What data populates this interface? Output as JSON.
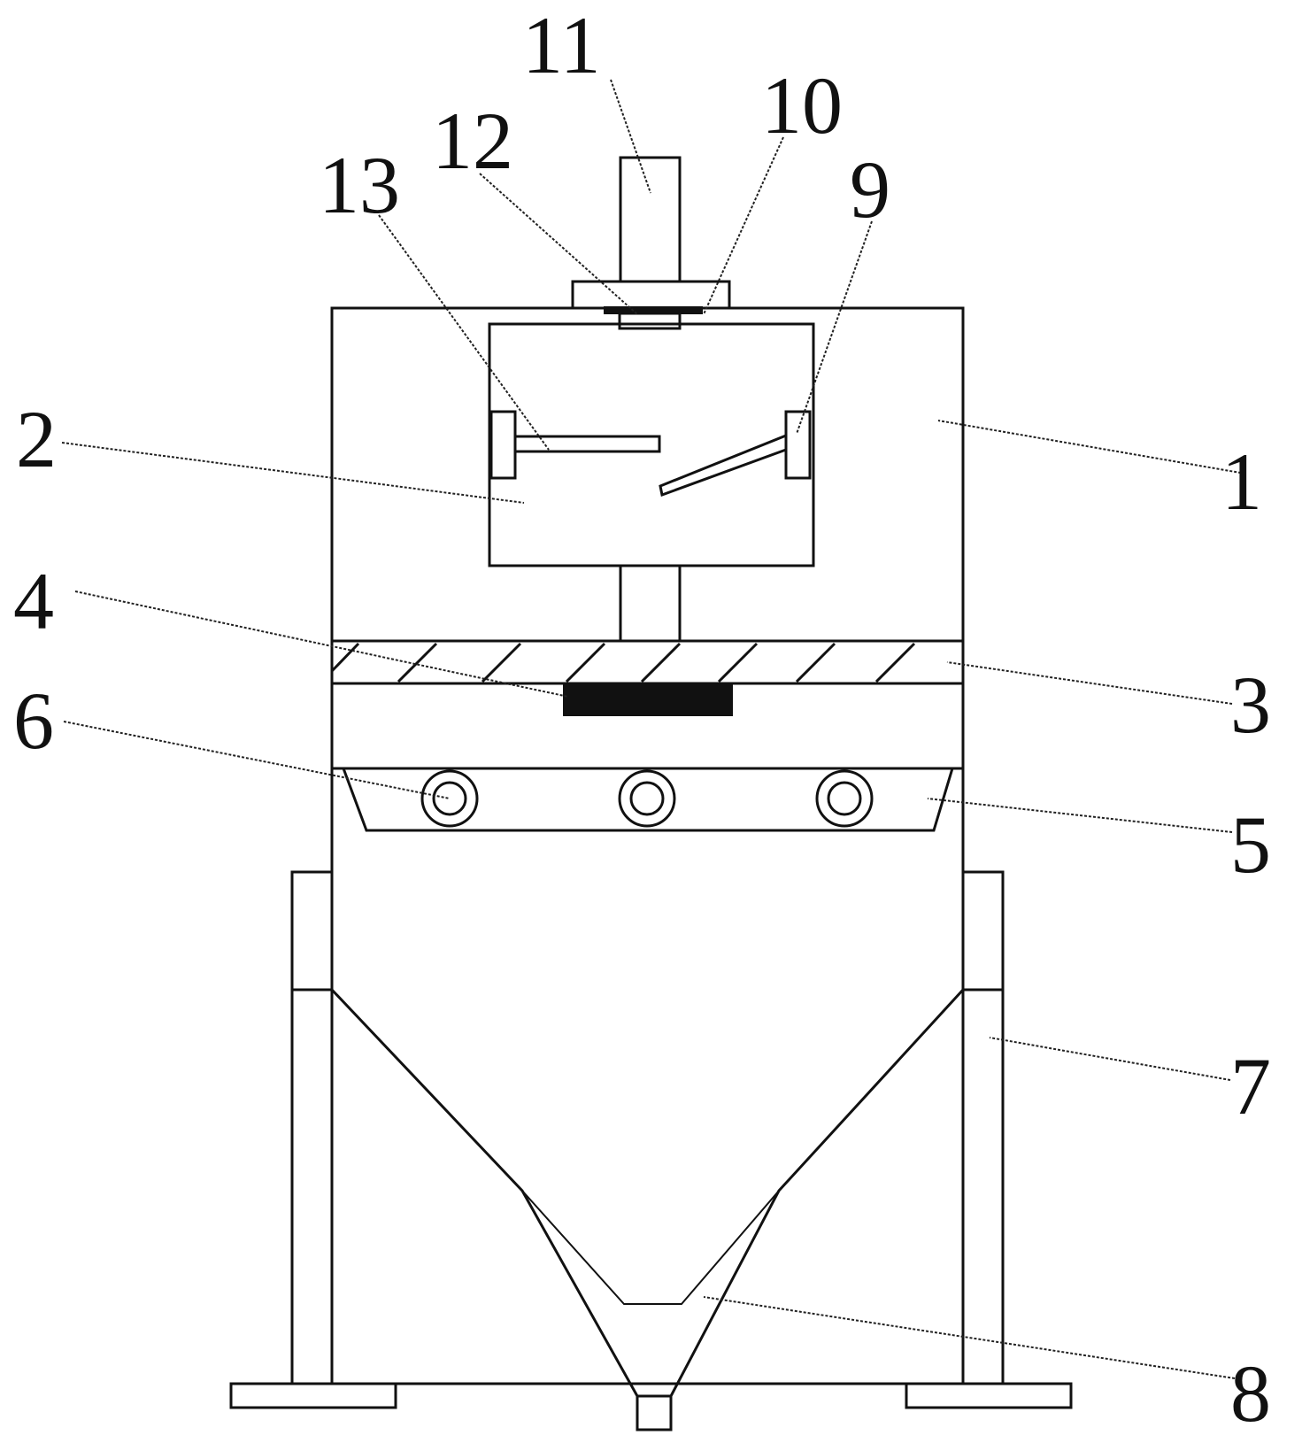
{
  "callouts": [
    {
      "id": "1",
      "text": "1",
      "part": "frame"
    },
    {
      "id": "2",
      "text": "2",
      "part": "mixing-box"
    },
    {
      "id": "3",
      "text": "3",
      "part": "hatched-plate"
    },
    {
      "id": "4",
      "text": "4",
      "part": "solid-block"
    },
    {
      "id": "5",
      "text": "5",
      "part": "roller-tray"
    },
    {
      "id": "6",
      "text": "6",
      "part": "roller"
    },
    {
      "id": "7",
      "text": "7",
      "part": "leg"
    },
    {
      "id": "8",
      "text": "8",
      "part": "discharge-hopper"
    },
    {
      "id": "9",
      "text": "9",
      "part": "side-bracket"
    },
    {
      "id": "10",
      "text": "10",
      "part": "bearing"
    },
    {
      "id": "11",
      "text": "11",
      "part": "motor"
    },
    {
      "id": "12",
      "text": "12",
      "part": "coupling"
    },
    {
      "id": "13",
      "text": "13",
      "part": "stirring-rod"
    }
  ],
  "colors": {
    "line": "#111111",
    "background": "#ffffff"
  }
}
